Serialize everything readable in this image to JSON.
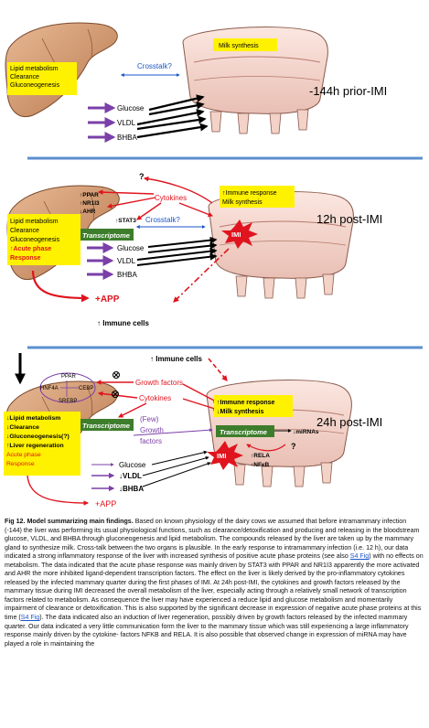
{
  "panel1": {
    "liver_box": [
      "Lipid metabolism",
      "Clearance",
      "Gluconeogenesis"
    ],
    "milk_box": "Milk synthesis",
    "crosstalk": "Crosstalk?",
    "compounds": [
      "Glucose",
      "VLDL",
      "BHBA"
    ],
    "label": "-144h prior-IMI"
  },
  "panel2": {
    "question": "?",
    "cytokines": "Cytokines",
    "tfs": [
      "↑PPAR",
      "↑NR1I3",
      "↓AHR"
    ],
    "stat3": "↑STAT3",
    "crosstalk": "Crosstalk?",
    "transcriptome": "Transcriptome",
    "liver_box": [
      "Lipid metabolism",
      "Clearance",
      "Gluconeogenesis"
    ],
    "liver_box_red": [
      "↑Acute phase",
      "Response"
    ],
    "compounds": [
      "Glucose",
      "VLDL",
      "BHBA"
    ],
    "mammary_box": [
      "↑Immune response",
      "Milk synthesis"
    ],
    "imi": "IMI",
    "app": "+APP",
    "immune_cells": "↑ Immune cells",
    "label": "12h post-IMI"
  },
  "panel3": {
    "immune_cells": "↑ Immune cells",
    "ppar": "PPAR",
    "hnf4a": "HNF4A",
    "cebp": "CEBP",
    "srebp": "SREBP",
    "growth_factors": "Growth factors",
    "cytokines": "Cytokines",
    "transcriptome_liver": "Transcriptome",
    "transcriptome_mammary": "Transcriptome",
    "liver_box": [
      "↓Lipid metabolism",
      "↓Clearance",
      "↓Gluconeogenesis(?)",
      "↑Liver regeneration"
    ],
    "liver_box_red": [
      "Acute phase",
      "Response"
    ],
    "few_growth": [
      "(Few)",
      "Growth",
      "factors"
    ],
    "compounds": [
      "Glucose",
      "↓VLDL",
      "↓BHBA"
    ],
    "mammary_box": [
      "↑Immune response",
      "↓Milk synthesis"
    ],
    "mirnas": "↓miRNAs",
    "question": "?",
    "imi": "IMI",
    "rela": "↑RELA",
    "nfkb": "↑NFκB",
    "app": "+APP",
    "label": "24h post-IMI"
  },
  "caption": {
    "title": "Fig 12. Model summarizing main findings.",
    "part1": " Based on known physiology of the dairy cows we assumed that before intramammary infection (-144) the liver was performing its usual physiological functions, such as clearance/detoxification and producing and releasing in the bloodstream glucose, VLDL, and BHBA through gluconeogenesis and lipid metabolism. The compounds released by the liver are taken up by the mammary gland to synthesize milk. Cross-talk between the two organs is plausible. In the early response to intramammary infection (i.e. 12 h), our data indicated a strong inflammatory response of the liver with increased synthesis of positive acute phase proteins (see also ",
    "link1": "S4 Fig",
    "part2": ") with no effects on metabolism. The data indicated that the acute phase response was mainly driven by STAT3 with PPAR and NR1I3 apparently the more activated and AHR the more inhibited ligand-dependent transcription factors. The effect on the liver is likely derived by the pro-inflammatory cytokines released by the infected mammary quarter during the first phases of IMI. At 24h post-IMI, the cytokines and growth factors released by the mammary tissue during IMI decreased the overall metabolism of the liver, especially acting through a relatively small network of transcription factors related to metabolism. As consequence the liver may have experienced a reduce lipid and glucose metabolism and momentarily impairment of clearance or detoxification. This is also supported by the significant decrease in expression of negative acute phase proteins at this time (",
    "link2": "S4 Fig",
    "part3": "). The data indicated also an induction of liver regeneration, possibly driven by growth factors released by the infected mammary quarter. Our data indicated a very little communication form the liver to the mammary tissue which was still experiencing a large inflammatory response mainly driven by the cytokine- factors NFKB and RELA. It is also possible that observed change in expression of miRNA may have played a role in maintaining the"
  },
  "colors": {
    "separator": "#5b8fd0",
    "box_yellow": "#fff200",
    "liver_fill": "#d9a37a",
    "red": "#e0141e",
    "purple": "#7a3fa8",
    "green": "#3d7d2c",
    "crosstalk_blue": "#1a56c9"
  }
}
